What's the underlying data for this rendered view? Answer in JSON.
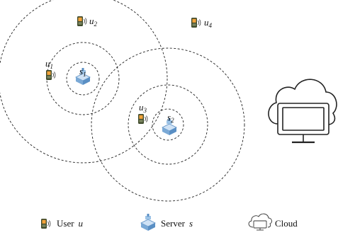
{
  "nodes": {
    "users": [
      {
        "id": "u1",
        "base": "u",
        "sub": "1"
      },
      {
        "id": "u2",
        "base": "u",
        "sub": "2"
      },
      {
        "id": "u3",
        "base": "u",
        "sub": "3"
      },
      {
        "id": "u4",
        "base": "u",
        "sub": "4"
      }
    ],
    "servers": [
      {
        "id": "s1",
        "base": "s",
        "sub": "1"
      },
      {
        "id": "s2",
        "base": "s",
        "sub": "2"
      }
    ]
  },
  "legend": {
    "user": {
      "label": "User",
      "symbol": "u"
    },
    "server": {
      "label": "Server",
      "symbol": "s"
    },
    "cloud": {
      "label": "Cloud"
    }
  },
  "icons": {
    "user": "mobile-phone-icon",
    "server": "server-tower-icon",
    "cloud": "cloud-computer-icon"
  },
  "colors": {
    "phone_body": "#3f4a2c",
    "phone_screen": "#f2a33a",
    "server_top": "#9cc3e6",
    "server_side": "#5a8fc4",
    "line": "#222222"
  }
}
